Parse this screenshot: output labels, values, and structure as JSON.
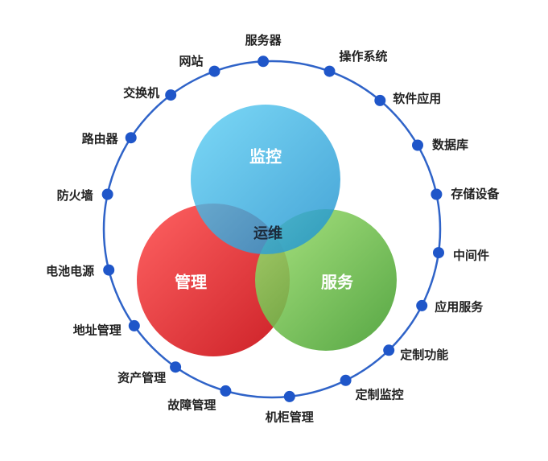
{
  "center_label": "运维",
  "venn": [
    {
      "key": "monitor",
      "label": "监控",
      "color": "#3cb4e6"
    },
    {
      "key": "manage",
      "label": "管理",
      "color": "#e8262d"
    },
    {
      "key": "service",
      "label": "服务",
      "color": "#6cc04a"
    }
  ],
  "ring_color": "#2f63c8",
  "dot_color": "#1f56c9",
  "ring_items": [
    "服务器",
    "操作系统",
    "软件应用",
    "数据库",
    "存储设备",
    "中间件",
    "应用服务",
    "定制功能",
    "定制监控",
    "机柜管理",
    "故障管理",
    "资产管理",
    "地址管理",
    "电池电源",
    "防火墙",
    "路由器",
    "交换机",
    "网站"
  ]
}
